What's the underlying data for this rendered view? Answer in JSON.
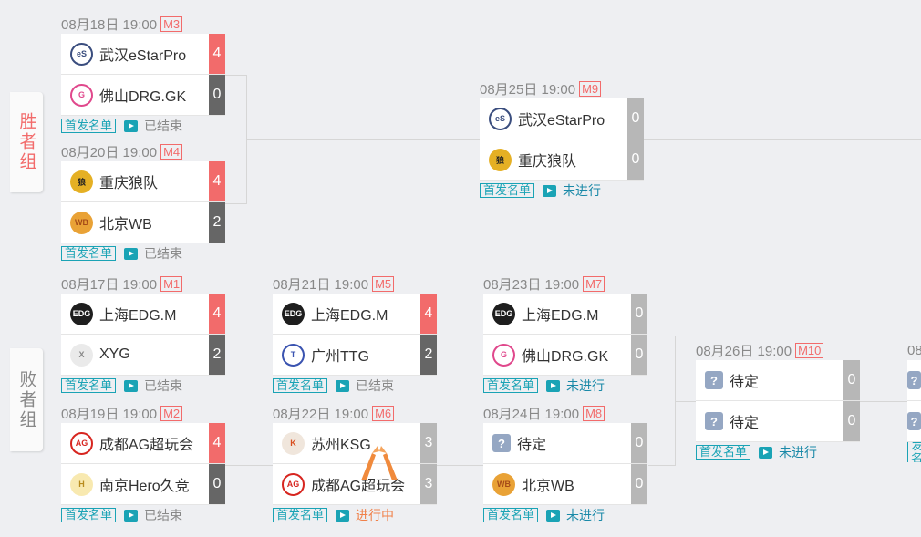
{
  "groups": {
    "winner": "胜者组",
    "loser": "败者组"
  },
  "labels": {
    "lineup": "首发名单"
  },
  "colors": {
    "accent": "#f26b6b",
    "teal": "#1aa3b5",
    "live": "#f0814a"
  },
  "matches": {
    "m3": {
      "date": "08月18日 19:00",
      "id": "M3",
      "status": "已结束",
      "teams": [
        {
          "name": "武汉eStarPro",
          "score": "4",
          "logo": "estar-logo"
        },
        {
          "name": "佛山DRG.GK",
          "score": "0",
          "logo": "drg-logo"
        }
      ]
    },
    "m4": {
      "date": "08月20日 19:00",
      "id": "M4",
      "status": "已结束",
      "teams": [
        {
          "name": "重庆狼队",
          "score": "4",
          "logo": "wolves-logo"
        },
        {
          "name": "北京WB",
          "score": "2",
          "logo": "wb-logo"
        }
      ]
    },
    "m9": {
      "date": "08月25日 19:00",
      "id": "M9",
      "status": "未进行",
      "teams": [
        {
          "name": "武汉eStarPro",
          "score": "0",
          "logo": "estar-logo"
        },
        {
          "name": "重庆狼队",
          "score": "0",
          "logo": "wolves-logo"
        }
      ]
    },
    "m1": {
      "date": "08月17日 19:00",
      "id": "M1",
      "status": "已结束",
      "teams": [
        {
          "name": "上海EDG.M",
          "score": "4",
          "logo": "edg-logo"
        },
        {
          "name": "XYG",
          "score": "2",
          "logo": "xyg-logo"
        }
      ]
    },
    "m2": {
      "date": "08月19日 19:00",
      "id": "M2",
      "status": "已结束",
      "teams": [
        {
          "name": "成都AG超玩会",
          "score": "4",
          "logo": "ag-logo"
        },
        {
          "name": "南京Hero久竞",
          "score": "0",
          "logo": "hero-logo"
        }
      ]
    },
    "m5": {
      "date": "08月21日 19:00",
      "id": "M5",
      "status": "已结束",
      "teams": [
        {
          "name": "上海EDG.M",
          "score": "4",
          "logo": "edg-logo"
        },
        {
          "name": "广州TTG",
          "score": "2",
          "logo": "ttg-logo"
        }
      ]
    },
    "m6": {
      "date": "08月22日 19:00",
      "id": "M6",
      "status": "进行中",
      "teams": [
        {
          "name": "苏州KSG",
          "score": "3",
          "logo": "ksg-logo"
        },
        {
          "name": "成都AG超玩会",
          "score": "3",
          "logo": "ag-logo"
        }
      ]
    },
    "m7": {
      "date": "08月23日 19:00",
      "id": "M7",
      "status": "未进行",
      "teams": [
        {
          "name": "上海EDG.M",
          "score": "0",
          "logo": "edg-logo"
        },
        {
          "name": "佛山DRG.GK",
          "score": "0",
          "logo": "drg-logo"
        }
      ]
    },
    "m8": {
      "date": "08月24日 19:00",
      "id": "M8",
      "status": "未进行",
      "teams": [
        {
          "name": "待定",
          "score": "0",
          "logo": "tbd-icon"
        },
        {
          "name": "北京WB",
          "score": "0",
          "logo": "wb-logo"
        }
      ]
    },
    "m10": {
      "date": "08月26日 19:00",
      "id": "M10",
      "status": "未进行",
      "teams": [
        {
          "name": "待定",
          "score": "0",
          "logo": "tbd-icon"
        },
        {
          "name": "待定",
          "score": "0",
          "logo": "tbd-icon"
        }
      ]
    },
    "m11": {
      "date": "08",
      "id": "",
      "status": "",
      "teams": [
        {
          "name": "",
          "score": "",
          "logo": "tbd-icon"
        },
        {
          "name": "",
          "score": "",
          "logo": "tbd-icon"
        }
      ]
    }
  }
}
